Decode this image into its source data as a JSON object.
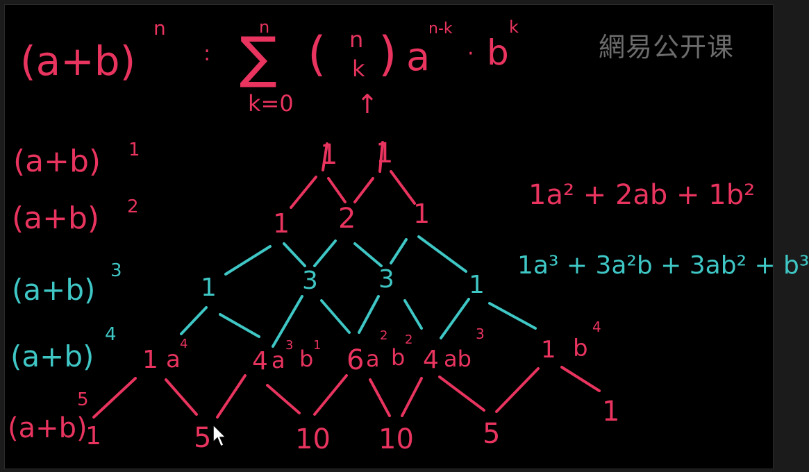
{
  "watermark": "網易公开课",
  "formula": {
    "lhs": "(a+b)",
    "lhs_exp": "n",
    "equals": ":",
    "sigma": "∑",
    "upper": "n",
    "lower": "k=0",
    "binom_open": "(",
    "binom_top": "n",
    "binom_bottom": "k",
    "binom_close": ")",
    "term_a": "a",
    "term_a_exp": "n-k",
    "dot": "·",
    "term_b": "b",
    "term_b_exp": "k",
    "arrow": "↑"
  },
  "powers": [
    {
      "base": "(a+b)",
      "exp": "1"
    },
    {
      "base": "(a+b)",
      "exp": "2"
    },
    {
      "base": "(a+b)",
      "exp": "3"
    },
    {
      "base": "(a+b)",
      "exp": "4"
    },
    {
      "base": "(a+b)",
      "exp": "5"
    }
  ],
  "triangle": {
    "row1": [
      "1",
      "1"
    ],
    "row2": [
      "1",
      "2",
      "1"
    ],
    "row3": [
      "1",
      "3",
      "3",
      "1"
    ],
    "row4": [
      {
        "coef": "1",
        "term": "a",
        "exp": "4"
      },
      {
        "coef": "4",
        "term": "a",
        "exp": "3",
        "term2": "b",
        "exp2": "1"
      },
      {
        "coef": "6",
        "term": "a",
        "exp": "2",
        "term2": "b",
        "exp2": "2"
      },
      {
        "coef": "4",
        "term": "ab",
        "exp": "3"
      },
      {
        "coef": "1",
        "term": "b",
        "exp": "4"
      }
    ],
    "row5": [
      "1",
      "5",
      "10",
      "10",
      "5",
      "1"
    ]
  },
  "expansions": {
    "square": "1a² + 2ab + 1b²",
    "cube": "1a³ + 3a²b + 3ab² + b³"
  },
  "colors": {
    "pink": "#e8345e",
    "cyan": "#3fc7c5",
    "background": "#000000"
  }
}
